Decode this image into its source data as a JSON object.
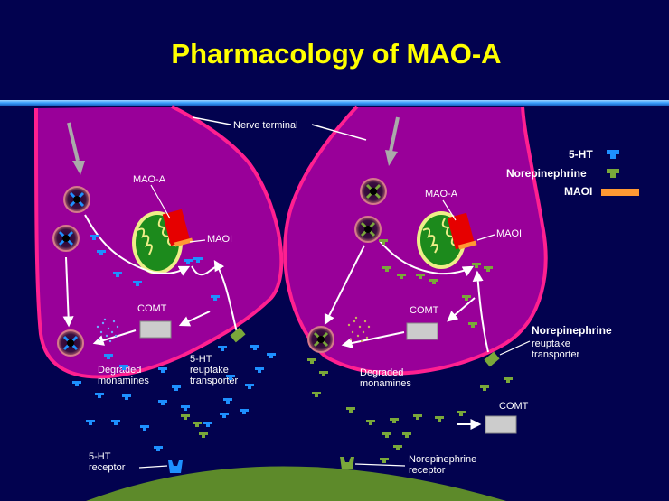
{
  "title": "Pharmacology of MAO-A",
  "colors": {
    "background": "#02024f",
    "title": "#ffff00",
    "terminal_fill": "#990099",
    "terminal_border": "#ff2090",
    "serotonin": "#1e90ff",
    "norepinephrine": "#7aa83a",
    "maoi": "#ff9933",
    "maoa": "#e60000",
    "mitochondrion": "#1c8a1c",
    "comt": "#cccccc",
    "receptor_cell": "#5d8a2a"
  },
  "labels": {
    "nerve_terminal": "Nerve terminal",
    "left": {
      "mao_a": "MAO-A",
      "maoi": "MAOI",
      "comt": "COMT",
      "degraded": [
        "Degraded",
        "monamines"
      ],
      "transporter": [
        "5-HT",
        "reuptake",
        "transporter"
      ],
      "receptor": [
        "5-HT",
        "receptor"
      ]
    },
    "right": {
      "mao_a": "MAO-A",
      "maoi": "MAOI",
      "comt": "COMT",
      "degraded": [
        "Degraded",
        "monamines"
      ],
      "transporter_title": "Norepinephrine",
      "transporter": [
        "reuptake",
        "transporter"
      ],
      "comt_out": "COMT",
      "receptor": [
        "Norepinephrine",
        "receptor"
      ]
    }
  },
  "legend": [
    {
      "label": "5-HT",
      "icon": "serotonin-molecule-icon"
    },
    {
      "label": "Norepinephrine",
      "icon": "norepinephrine-molecule-icon"
    },
    {
      "label": "MAOI",
      "icon": "maoi-bar-icon"
    }
  ]
}
